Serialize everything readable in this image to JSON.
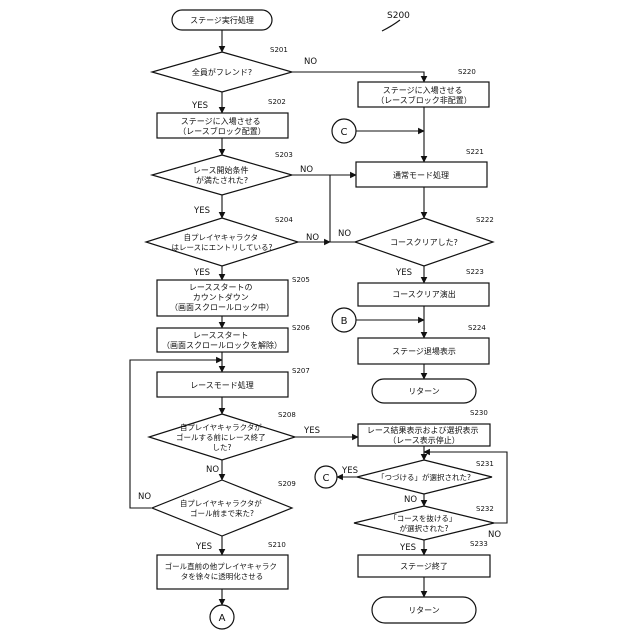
{
  "figure_ref": "S200",
  "nodes": {
    "start": {
      "label": "ステージ実行処理"
    },
    "s201": {
      "step": "S201",
      "lines": [
        "全員がフレンド?"
      ]
    },
    "s202": {
      "step": "S202",
      "lines": [
        "ステージに入場させる",
        "（レースブロック配置）"
      ]
    },
    "s203": {
      "step": "S203",
      "lines": [
        "レース開始条件",
        "が満たされた?"
      ]
    },
    "s204": {
      "step": "S204",
      "lines": [
        "自プレイヤキャラクタ",
        "はレースにエントリしている?"
      ]
    },
    "s205": {
      "step": "S205",
      "lines": [
        "レーススタートの",
        "カウントダウン",
        "（画面スクロールロック中）"
      ]
    },
    "s206": {
      "step": "S206",
      "lines": [
        "レーススタート",
        "（画面スクロールロックを解除）"
      ]
    },
    "s207": {
      "step": "S207",
      "lines": [
        "レースモード処理"
      ]
    },
    "s208": {
      "step": "S208",
      "lines": [
        "自プレイヤキャラクタが",
        "ゴールする前にレース終了",
        "した?"
      ]
    },
    "s209": {
      "step": "S209",
      "lines": [
        "自プレイヤキャラクタが",
        "ゴール前まで来た?"
      ]
    },
    "s210": {
      "step": "S210",
      "lines": [
        "ゴール直前の他プレイヤキャラク",
        "タを徐々に透明化させる"
      ]
    },
    "s220": {
      "step": "S220",
      "lines": [
        "ステージに入場させる",
        "（レースブロック非配置）"
      ]
    },
    "s221": {
      "step": "S221",
      "lines": [
        "通常モード処理"
      ]
    },
    "s222": {
      "step": "S222",
      "lines": [
        "コースクリアした?"
      ]
    },
    "s223": {
      "step": "S223",
      "lines": [
        "コースクリア演出"
      ]
    },
    "s224": {
      "step": "S224",
      "lines": [
        "ステージ退場表示"
      ]
    },
    "return1": {
      "label": "リターン"
    },
    "s230": {
      "step": "S230",
      "lines": [
        "レース結果表示および選択表示",
        "（レース表示停止）"
      ]
    },
    "s231": {
      "step": "S231",
      "lines": [
        "「つづける」が選択された?"
      ]
    },
    "s232": {
      "step": "S232",
      "lines": [
        "「コースを抜ける」",
        "が選択された?"
      ]
    },
    "s233": {
      "step": "S233",
      "lines": [
        "ステージ終了"
      ]
    },
    "return2": {
      "label": "リターン"
    }
  },
  "connectors": {
    "a": "A",
    "b": "B",
    "c": "C"
  },
  "edge_labels": {
    "yes": "YES",
    "no": "NO"
  }
}
